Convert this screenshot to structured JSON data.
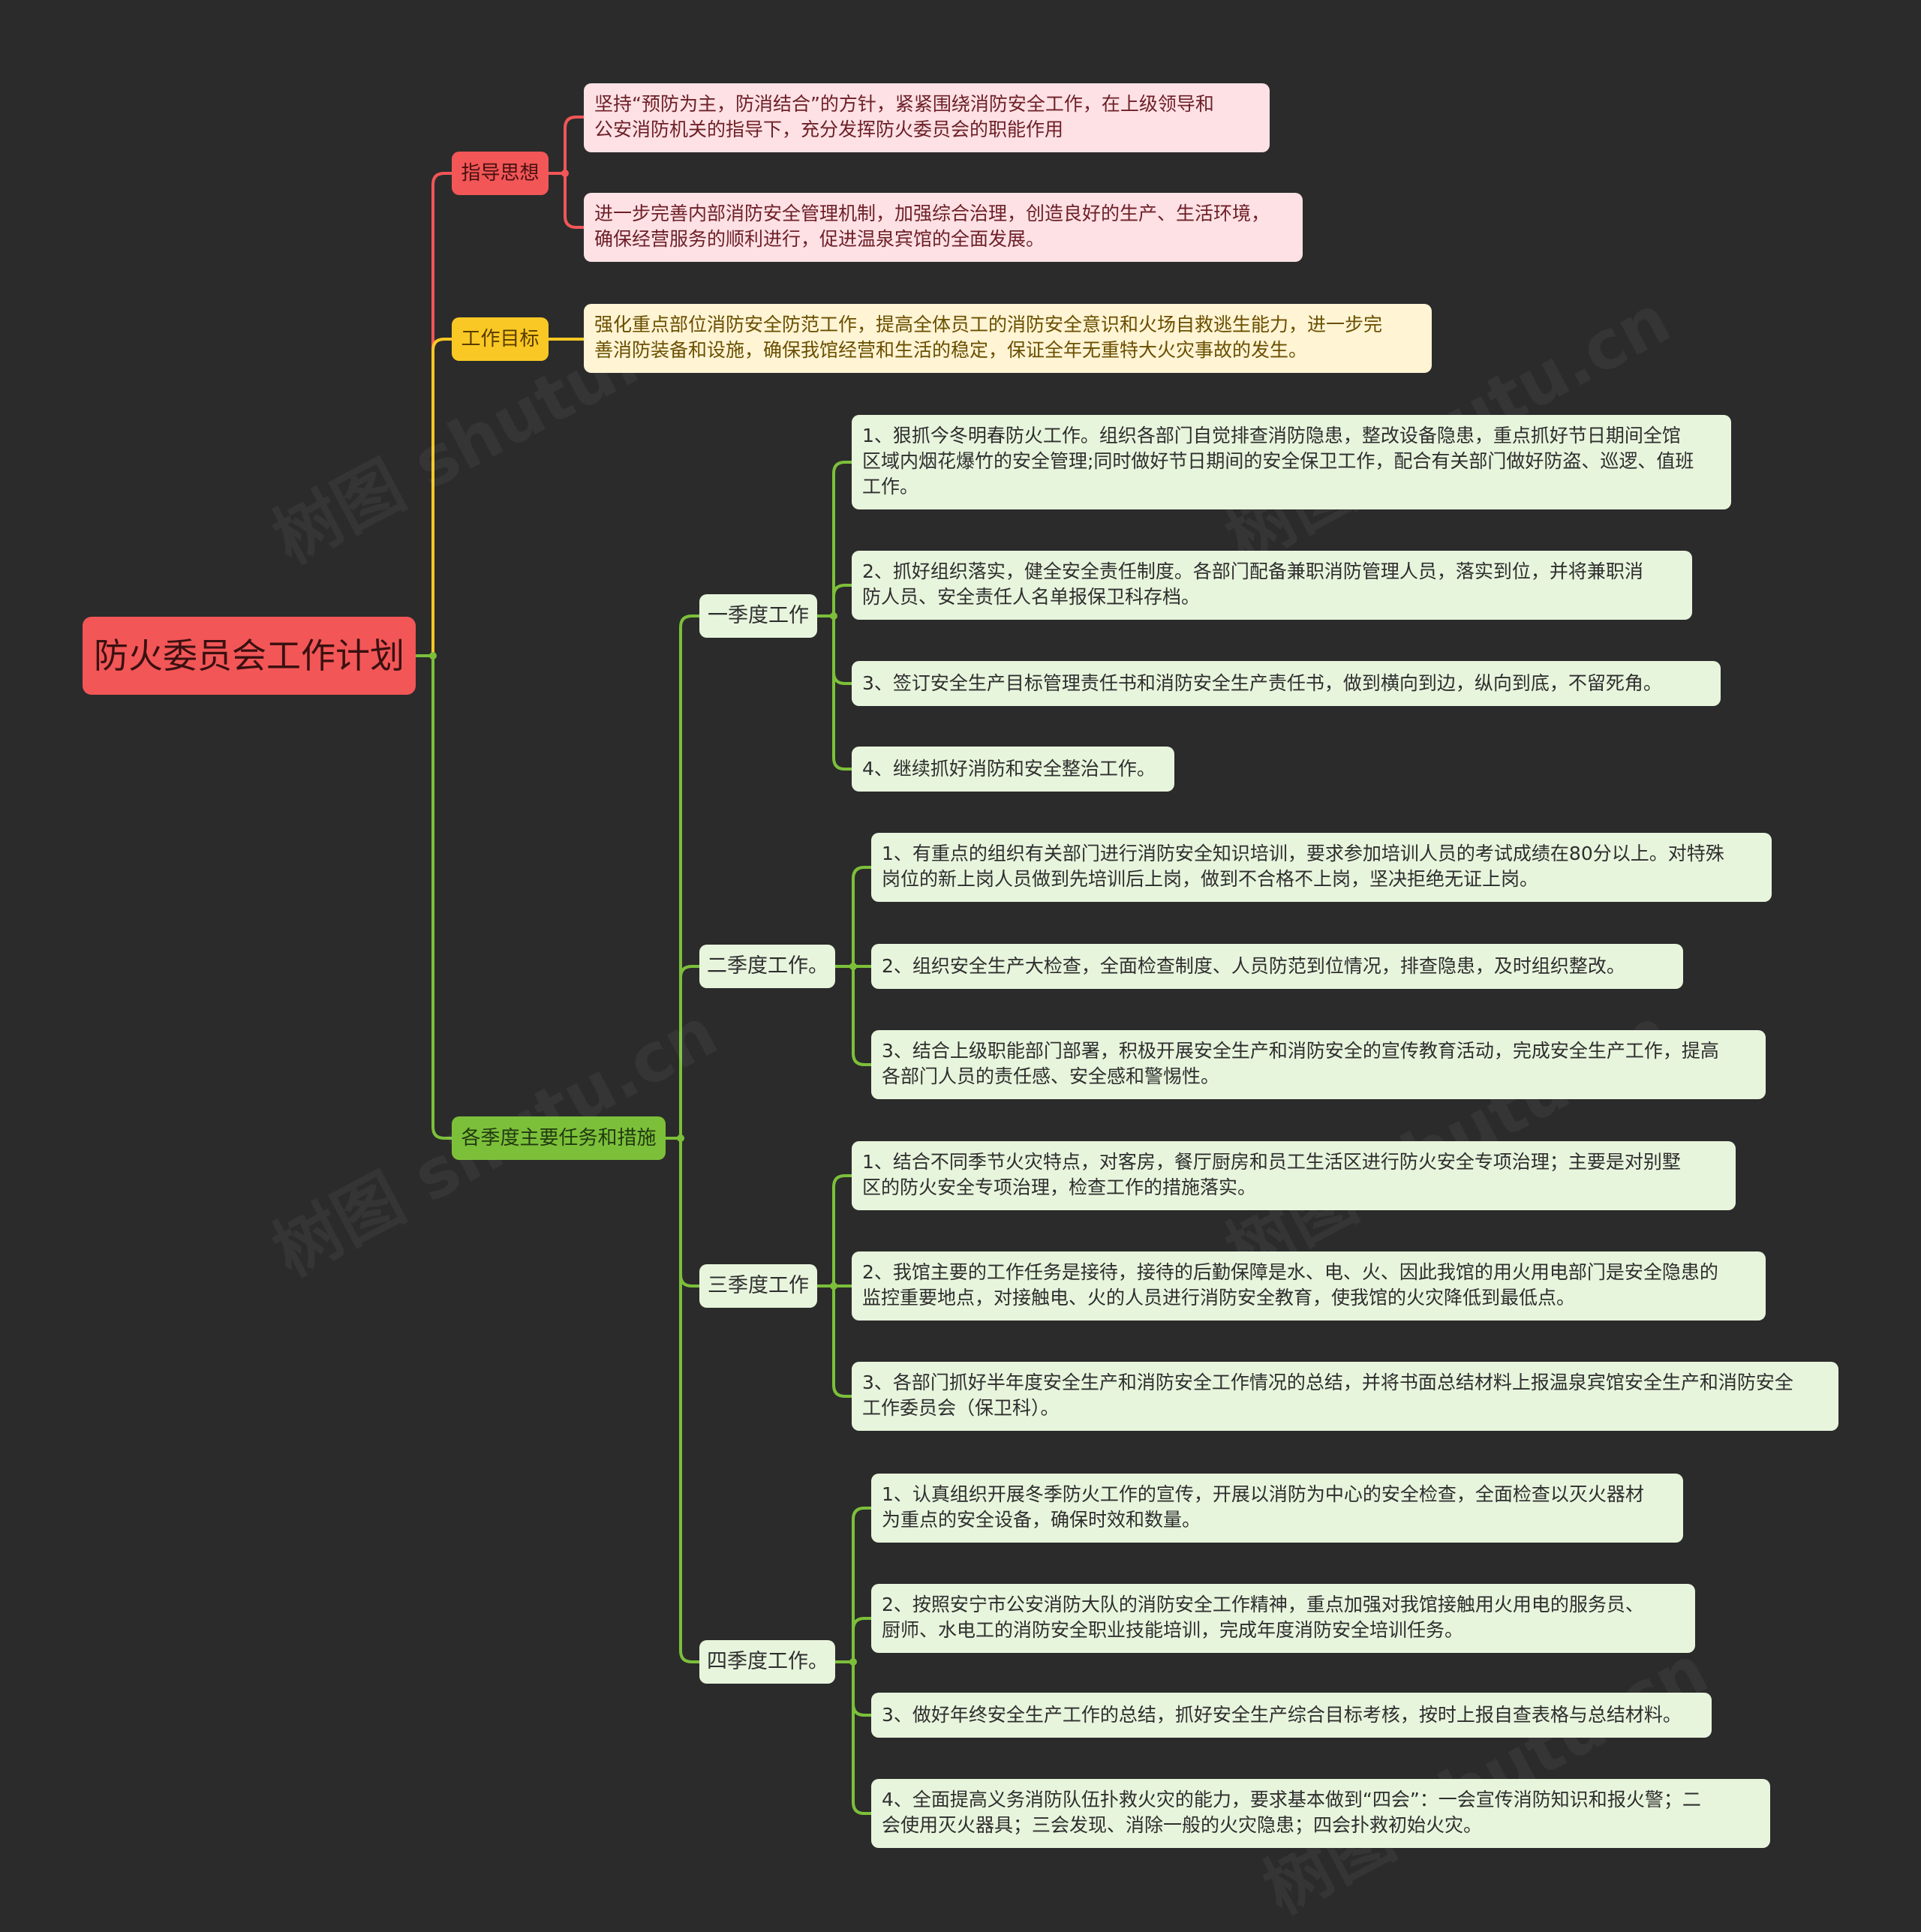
{
  "root": "防火委员会工作计划",
  "branches": {
    "guiding": {
      "label": "指导思想",
      "items": [
        [
          "坚持“预防为主，防消结合”的方针，紧紧围绕消防安全工作，在上级领导和",
          "公安消防机关的指导下，充分发挥防火委员会的职能作用"
        ],
        [
          "进一步完善内部消防安全管理机制，加强综合治理，创造良好的生产、生活环境，",
          "确保经营服务的顺利进行，促进温泉宾馆的全面发展。"
        ]
      ]
    },
    "goal": {
      "label": "工作目标",
      "items": [
        [
          "强化重点部位消防安全防范工作，提高全体员工的消防安全意识和火场自救逃生能力，进一步完",
          "善消防装备和设施，确保我馆经营和生活的稳定，保证全年无重特大火灾事故的发生。"
        ]
      ]
    },
    "quarterly": {
      "label": "各季度主要任务和措施",
      "q1": {
        "label": "一季度工作",
        "items": [
          [
            "1、狠抓今冬明春防火工作。组织各部门自觉排查消防隐患，整改设备隐患，重点抓好节日期间全馆",
            "区域内烟花爆竹的安全管理;同时做好节日期间的安全保卫工作，配合有关部门做好防盗、巡逻、值班",
            "工作。"
          ],
          [
            "2、抓好组织落实，健全安全责任制度。各部门配备兼职消防管理人员，落实到位，并将兼职消",
            "防人员、安全责任人名单报保卫科存档。"
          ],
          [
            "3、签订安全生产目标管理责任书和消防安全生产责任书，做到横向到边，纵向到底，不留死角。"
          ],
          [
            "4、继续抓好消防和安全整治工作。"
          ]
        ]
      },
      "q2": {
        "label": "二季度工作。",
        "items": [
          [
            "1、有重点的组织有关部门进行消防安全知识培训，要求参加培训人员的考试成绩在80分以上。对特殊",
            "岗位的新上岗人员做到先培训后上岗，做到不合格不上岗，坚决拒绝无证上岗。"
          ],
          [
            "2、组织安全生产大检查，全面检查制度、人员防范到位情况，排查隐患，及时组织整改。"
          ],
          [
            "3、结合上级职能部门部署，积极开展安全生产和消防安全的宣传教育活动，完成安全生产工作，提高",
            "各部门人员的责任感、安全感和警惕性。"
          ]
        ]
      },
      "q3": {
        "label": "三季度工作",
        "items": [
          [
            "1、结合不同季节火灾特点，对客房，餐厅厨房和员工生活区进行防火安全专项治理；主要是对别墅",
            "区的防火安全专项治理，检查工作的措施落实。"
          ],
          [
            "2、我馆主要的工作任务是接待，接待的后勤保障是水、电、火、因此我馆的用火用电部门是安全隐患的",
            "监控重要地点，对接触电、火的人员进行消防安全教育，使我馆的火灾降低到最低点。"
          ],
          [
            "3、各部门抓好半年度安全生产和消防安全工作情况的总结，并将书面总结材料上报温泉宾馆安全生产和消防安全",
            "工作委员会（保卫科）。"
          ]
        ]
      },
      "q4": {
        "label": "四季度工作。",
        "items": [
          [
            "1、认真组织开展冬季防火工作的宣传，开展以消防为中心的安全检查，全面检查以灭火器材",
            "为重点的安全设备，确保时效和数量。"
          ],
          [
            "2、按照安宁市公安消防大队的消防安全工作精神，重点加强对我馆接触用火用电的服务员、",
            "厨师、水电工的消防安全职业技能培训，完成年度消防安全培训任务。"
          ],
          [
            "3、做好年终安全生产工作的总结，抓好安全生产综合目标考核，按时上报自查表格与总结材料。"
          ],
          [
            "4、全面提高义务消防队伍扑救火灾的能力，要求基本做到“四会”：一会宣传消防知识和报火警；二",
            "会使用灭火器具；三会发现、消除一般的火灾隐患；四会扑救初始火灾。"
          ]
        ]
      }
    }
  },
  "colors": {
    "red": "#f25657",
    "yellow": "#f9c824",
    "green": "#7cc03a",
    "background": "#2b2b2b"
  },
  "watermark": "树图 shutu.cn"
}
